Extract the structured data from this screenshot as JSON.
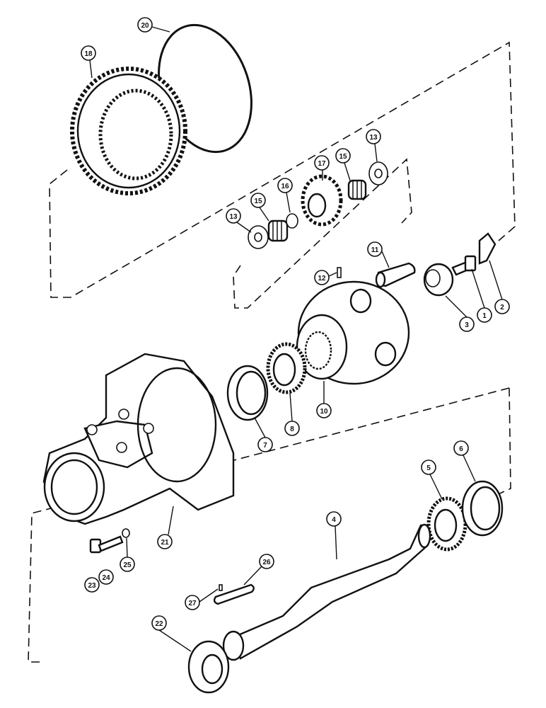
{
  "diagram": {
    "callouts": [
      {
        "id": "c20",
        "text": "20"
      },
      {
        "id": "c18",
        "text": "18"
      },
      {
        "id": "c13a",
        "text": "13"
      },
      {
        "id": "c17",
        "text": "17"
      },
      {
        "id": "c15a",
        "text": "15"
      },
      {
        "id": "c16",
        "text": "16"
      },
      {
        "id": "c15b",
        "text": "15"
      },
      {
        "id": "c13b",
        "text": "13"
      },
      {
        "id": "c11",
        "text": "11"
      },
      {
        "id": "c12",
        "text": "12"
      },
      {
        "id": "c3",
        "text": "3"
      },
      {
        "id": "c1",
        "text": "1"
      },
      {
        "id": "c2",
        "text": "2"
      },
      {
        "id": "c10",
        "text": "10"
      },
      {
        "id": "c8",
        "text": "8"
      },
      {
        "id": "c7",
        "text": "7"
      },
      {
        "id": "c5",
        "text": "5"
      },
      {
        "id": "c6",
        "text": "6"
      },
      {
        "id": "c4",
        "text": "4"
      },
      {
        "id": "c21",
        "text": "21"
      },
      {
        "id": "c26",
        "text": "26"
      },
      {
        "id": "c27",
        "text": "27"
      },
      {
        "id": "c25",
        "text": "25"
      },
      {
        "id": "c23",
        "text": "23"
      },
      {
        "id": "c24",
        "text": "24"
      },
      {
        "id": "c22",
        "text": "22"
      }
    ]
  }
}
